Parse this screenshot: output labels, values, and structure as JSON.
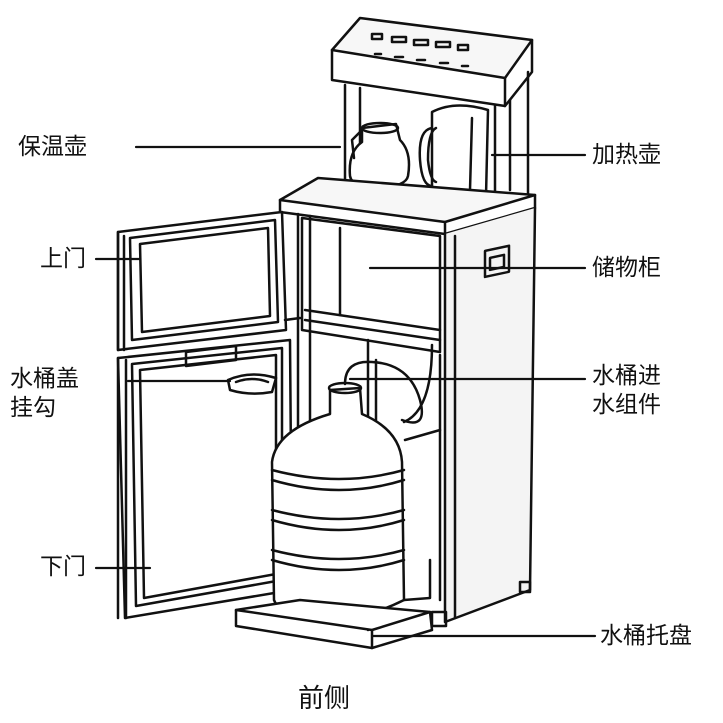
{
  "labels": {
    "thermos_pot": "保温壶",
    "heating_kettle": "加热壶",
    "upper_door": "上门",
    "storage_cabinet": "储物柜",
    "bucket_lid_hook": "水桶盖挂勾",
    "bucket_lid_hook_line1": "水桶盖",
    "bucket_lid_hook_line2": "挂勾",
    "inlet_assembly_line1": "水桶进",
    "inlet_assembly_line2": "水组件",
    "lower_door": "下门",
    "bucket_tray": "水桶托盘"
  },
  "caption": "前侧",
  "colors": {
    "stroke": "#111111",
    "cabinet_fill": "#f2f2f2",
    "label": "#111111"
  }
}
